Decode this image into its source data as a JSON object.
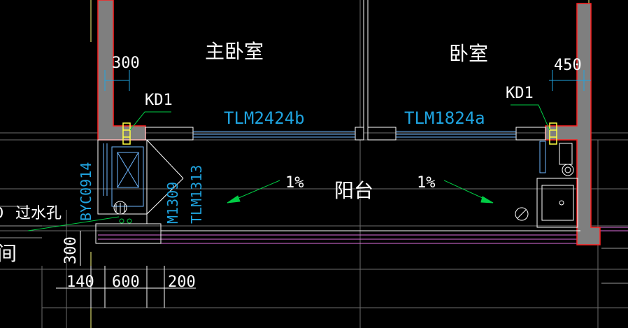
{
  "rooms": {
    "master_bedroom": "主卧室",
    "bedroom": "卧室",
    "balcony": "阳台",
    "partial_left": "间"
  },
  "doors": {
    "left_sliding": "TLM2424b",
    "right_sliding": "TLM1824a",
    "m1309": "M1309",
    "tlm1313": "TLM1313",
    "window": "BYC0914"
  },
  "markers": {
    "kd_left": "KD1",
    "kd_right": "KD1",
    "drain_label": "过水孔",
    "drain_prefix": "D"
  },
  "slopes": {
    "left": "1%",
    "right": "1%"
  },
  "dimensions": {
    "top_left": "300",
    "top_right": "450",
    "vertical": "300",
    "bottom_1": "140",
    "bottom_2": "600",
    "bottom_3": "200"
  },
  "colors": {
    "background": "#000000",
    "wall": "#7f7f7f",
    "wall_outline": "#ff2020",
    "dimension": "#ffffff",
    "door_text": "#1fa4e0",
    "room_text": "#ffffff",
    "leader": "#00cc44",
    "kd_marker": "#ffff40",
    "grid": "#ffff80"
  }
}
